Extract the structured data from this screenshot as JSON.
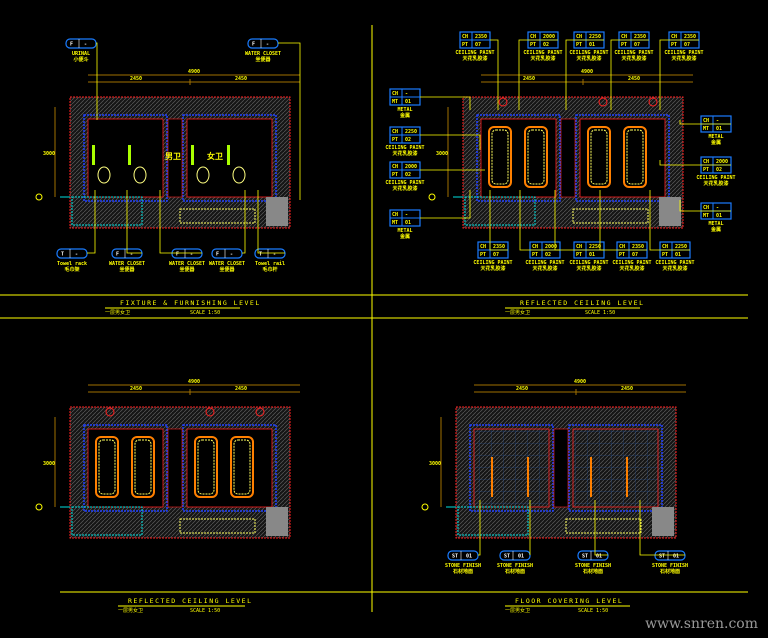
{
  "colors": {
    "line": "#ffff00",
    "wall": "#ff2020",
    "hatch": "#666666",
    "blue": "#2040ff",
    "tag": "#1a7cff",
    "cyan": "#00e0e0",
    "orange": "#ff8000",
    "dim": "#a07000"
  },
  "panels": [
    {
      "title": "FIXTURE & FURNISHING LEVEL",
      "subtitle": "一层男女卫",
      "scale": "SCALE 1:50",
      "dims": [
        "4900",
        "2450",
        "2450"
      ],
      "height_dim": "3000",
      "room_labels": [
        "男卫",
        "女卫"
      ]
    },
    {
      "title": "REFLECTED CEILING LEVEL",
      "subtitle": "一层男女卫",
      "scale": "SCALE 1:50",
      "dims": [
        "4900",
        "2450",
        "2450"
      ],
      "height_dim": "3000"
    },
    {
      "title": "REFLECTED CEILING LEVEL",
      "subtitle": "一层男女卫",
      "scale": "SCALE 1:50",
      "dims": [
        "4900",
        "2450",
        "2450"
      ],
      "height_dim": "3000"
    },
    {
      "title": "FLOOR COVERING LEVEL",
      "subtitle": "一层男女卫",
      "scale": "SCALE 1:50",
      "dims": [
        "4900",
        "2450",
        "2450"
      ],
      "height_dim": "3000"
    }
  ],
  "fixture_tags": [
    {
      "code": "F",
      "value": "-",
      "label": "URINAL",
      "label_cn": "小便斗"
    },
    {
      "code": "F",
      "value": "-",
      "label": "WATER CLOSET",
      "label_cn": "坐便器"
    },
    {
      "code": "T",
      "value": "-",
      "label": "Towel rack",
      "label_cn": "毛巾架"
    },
    {
      "code": "F",
      "value": "-",
      "label": "WATER CLOSET",
      "label_cn": "坐便器"
    },
    {
      "code": "F",
      "value": "-",
      "label": "WATER CLOSET",
      "label_cn": "坐便器"
    },
    {
      "code": "F",
      "value": "-",
      "label": "WATER CLOSET",
      "label_cn": "坐便器"
    },
    {
      "code": "T",
      "value": "-",
      "label": "Towel rail",
      "label_cn": "毛巾杆"
    }
  ],
  "ceiling_tags": [
    {
      "r1": [
        "CH",
        "2350"
      ],
      "r2": [
        "PT",
        "07"
      ],
      "label": "CEILING PAINT",
      "label_cn": "天花乳胶漆"
    },
    {
      "r1": [
        "CH",
        "2000"
      ],
      "r2": [
        "PT",
        "02"
      ],
      "label": "CEILING PAINT",
      "label_cn": "天花乳胶漆"
    },
    {
      "r1": [
        "CH",
        "2250"
      ],
      "r2": [
        "PT",
        "01"
      ],
      "label": "CEILING PAINT",
      "label_cn": "天花乳胶漆"
    },
    {
      "r1": [
        "CH",
        "2350"
      ],
      "r2": [
        "PT",
        "07"
      ],
      "label": "CEILING PAINT",
      "label_cn": "天花乳胶漆"
    },
    {
      "r1": [
        "CH",
        "2350"
      ],
      "r2": [
        "PT",
        "07"
      ],
      "label": "CEILING PAINT",
      "label_cn": "天花乳胶漆"
    },
    {
      "r1": [
        "CH",
        "-"
      ],
      "r2": [
        "MT",
        "01"
      ],
      "label": "METAL",
      "label_cn": "金属"
    },
    {
      "r1": [
        "CH",
        "2250"
      ],
      "r2": [
        "PT",
        "02"
      ],
      "label": "CEILING PAINT",
      "label_cn": "天花乳胶漆"
    },
    {
      "r1": [
        "CH",
        "2000"
      ],
      "r2": [
        "PT",
        "02"
      ],
      "label": "CEILING PAINT",
      "label_cn": "天花乳胶漆"
    },
    {
      "r1": [
        "CH",
        "-"
      ],
      "r2": [
        "MT",
        "01"
      ],
      "label": "METAL",
      "label_cn": "金属"
    },
    {
      "r1": [
        "CH",
        "-"
      ],
      "r2": [
        "MT",
        "01"
      ],
      "label": "METAL",
      "label_cn": "金属"
    },
    {
      "r1": [
        "CH",
        "2000"
      ],
      "r2": [
        "PT",
        "02"
      ],
      "label": "CEILING PAINT",
      "label_cn": "天花乳胶漆"
    },
    {
      "r1": [
        "CH",
        "-"
      ],
      "r2": [
        "MT",
        "01"
      ],
      "label": "METAL",
      "label_cn": "金属"
    },
    {
      "r1": [
        "CH",
        "2350"
      ],
      "r2": [
        "PT",
        "07"
      ],
      "label": "CEILING PAINT",
      "label_cn": "天花乳胶漆"
    },
    {
      "r1": [
        "CH",
        "2000"
      ],
      "r2": [
        "PT",
        "02"
      ],
      "label": "CEILING PAINT",
      "label_cn": "天花乳胶漆"
    },
    {
      "r1": [
        "CH",
        "2250"
      ],
      "r2": [
        "PT",
        "01"
      ],
      "label": "CEILING PAINT",
      "label_cn": "天花乳胶漆"
    },
    {
      "r1": [
        "CH",
        "2350"
      ],
      "r2": [
        "PT",
        "07"
      ],
      "label": "CEILING PAINT",
      "label_cn": "天花乳胶漆"
    },
    {
      "r1": [
        "CH",
        "2250"
      ],
      "r2": [
        "PT",
        "01"
      ],
      "label": "CEILING PAINT",
      "label_cn": "天花乳胶漆"
    }
  ],
  "floor_tags": [
    {
      "code": "ST",
      "value": "01",
      "label": "STONE FINISH",
      "label_cn": "石材地面"
    },
    {
      "code": "ST",
      "value": "01",
      "label": "STONE FINISH",
      "label_cn": "石材地面"
    },
    {
      "code": "ST",
      "value": "01",
      "label": "STONE FINISH",
      "label_cn": "石材地面"
    },
    {
      "code": "ST",
      "value": "01",
      "label": "STONE FINISH",
      "label_cn": "石材地面"
    }
  ],
  "watermark": "www.snren.com"
}
